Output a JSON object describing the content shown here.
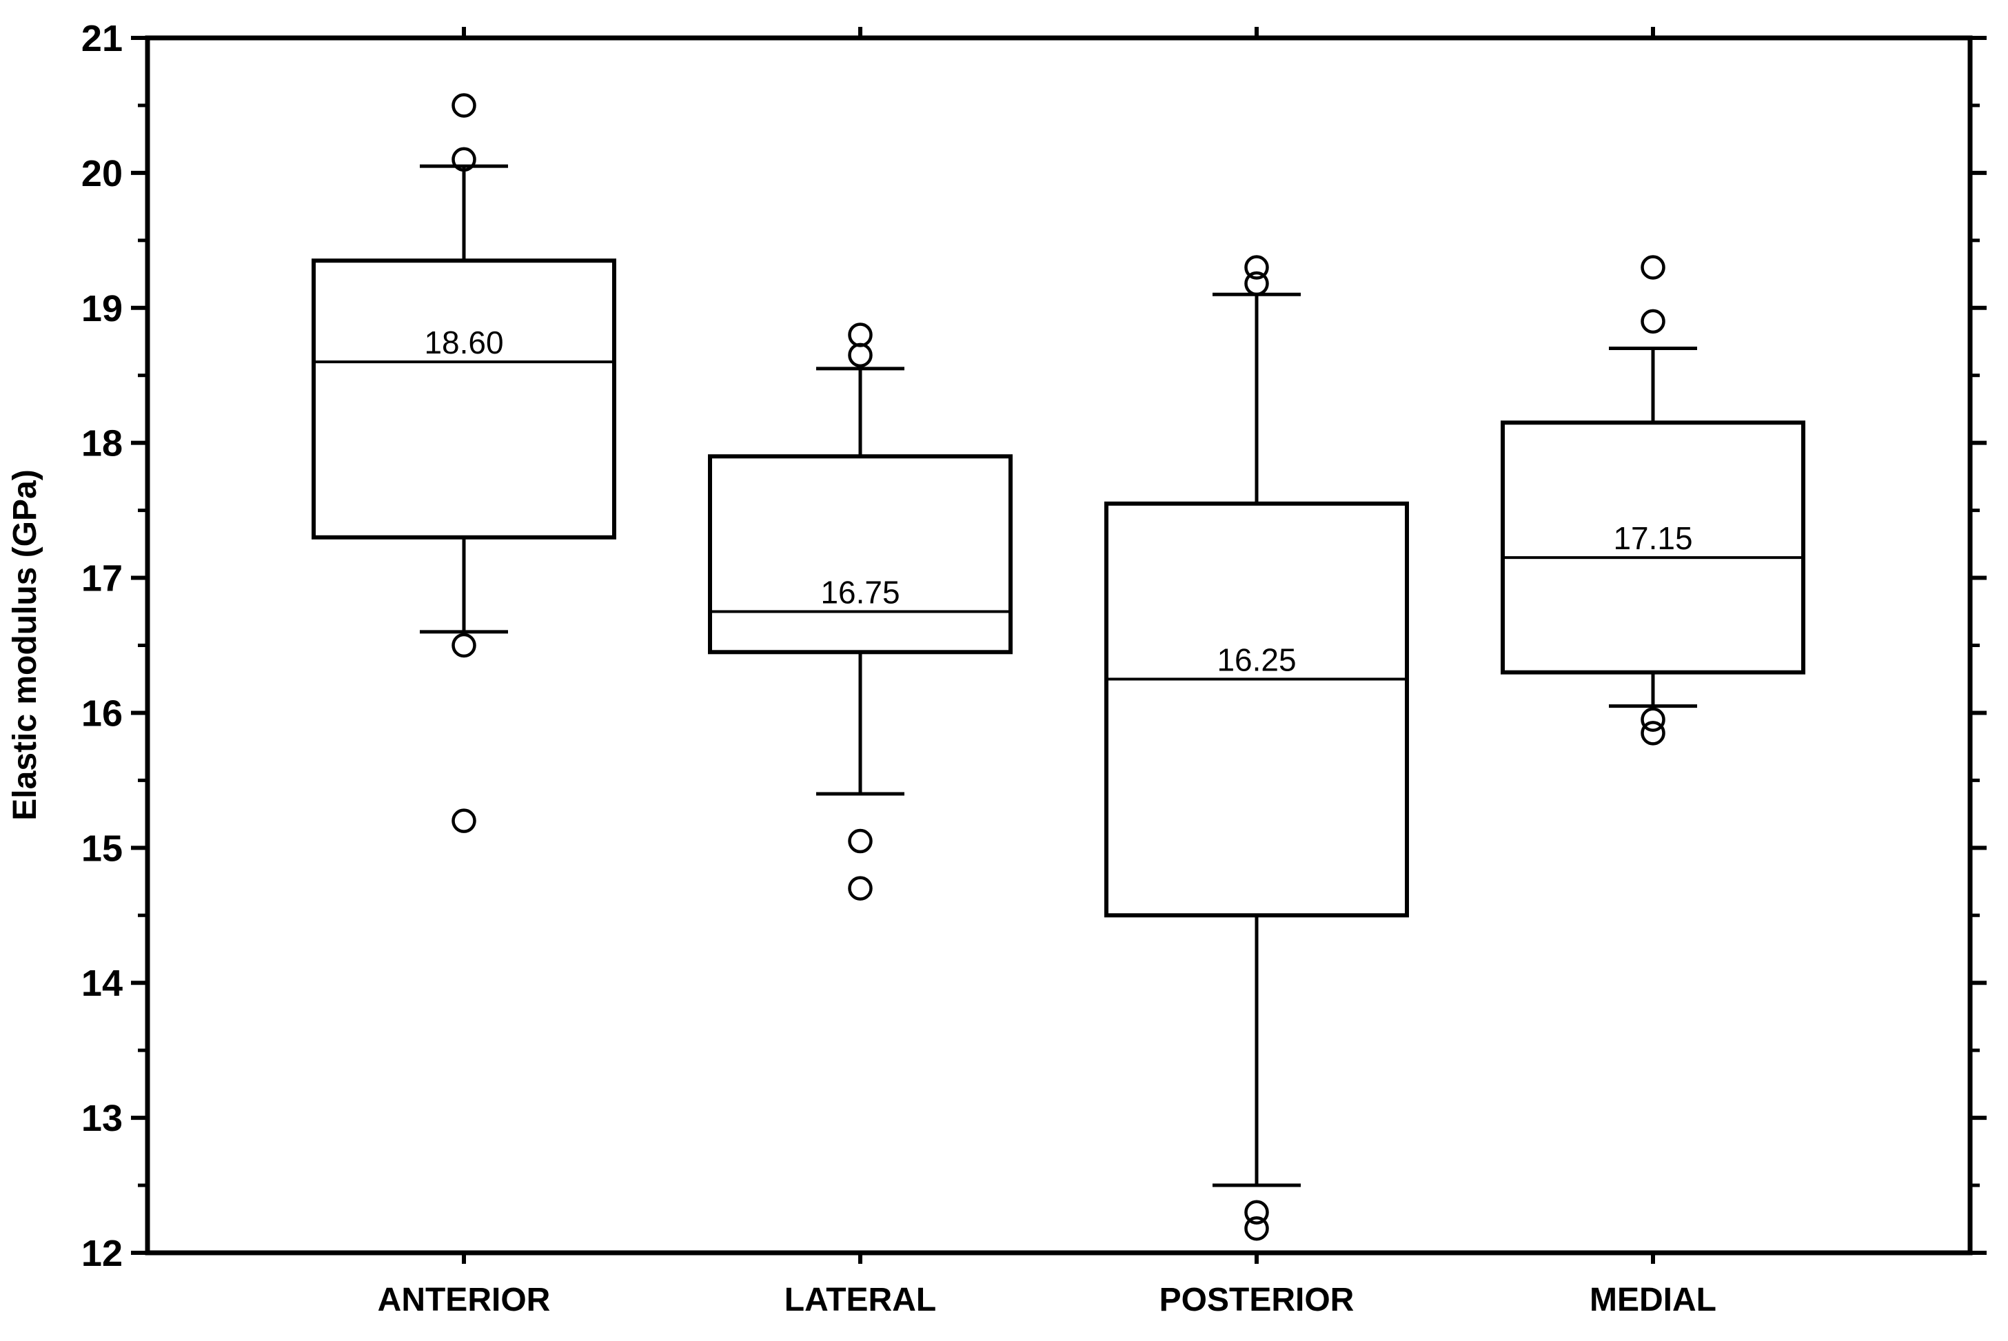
{
  "chart_data": {
    "type": "boxplot",
    "title": "",
    "xlabel": "",
    "ylabel": "Elastic modulus (GPa)",
    "ylim": [
      12,
      21
    ],
    "y_major_step": 1,
    "y_minor_step": 0.5,
    "y_tick_labels": [
      "12",
      "13",
      "14",
      "15",
      "16",
      "17",
      "18",
      "19",
      "20",
      "21"
    ],
    "grid": "off",
    "legend": "none",
    "categories": [
      "ANTERIOR",
      "LATERAL",
      "POSTERIOR",
      "MEDIAL"
    ],
    "series": [
      {
        "category": "ANTERIOR",
        "median": 18.6,
        "median_label": "18.60",
        "q1": 17.3,
        "q3": 19.35,
        "whisker_low": 16.6,
        "whisker_high": 20.05,
        "outliers_high": [
          20.1,
          20.5
        ],
        "outliers_low": [
          16.5,
          15.2
        ]
      },
      {
        "category": "LATERAL",
        "median": 16.75,
        "median_label": "16.75",
        "q1": 16.45,
        "q3": 17.9,
        "whisker_low": 15.4,
        "whisker_high": 18.55,
        "outliers_high": [
          18.65,
          18.8
        ],
        "outliers_low": [
          15.05,
          14.7
        ]
      },
      {
        "category": "POSTERIOR",
        "median": 16.25,
        "median_label": "16.25",
        "q1": 14.5,
        "q3": 17.55,
        "whisker_low": 12.5,
        "whisker_high": 19.1,
        "outliers_high": [
          19.18,
          19.3
        ],
        "outliers_low": [
          12.3,
          12.18
        ]
      },
      {
        "category": "MEDIAL",
        "median": 17.15,
        "median_label": "17.15",
        "q1": 16.3,
        "q3": 18.15,
        "whisker_low": 16.05,
        "whisker_high": 18.7,
        "outliers_high": [
          18.9,
          19.3
        ],
        "outliers_low": [
          15.95,
          15.85
        ]
      }
    ],
    "colors": {
      "stroke": "#000000",
      "background": "#ffffff"
    }
  }
}
